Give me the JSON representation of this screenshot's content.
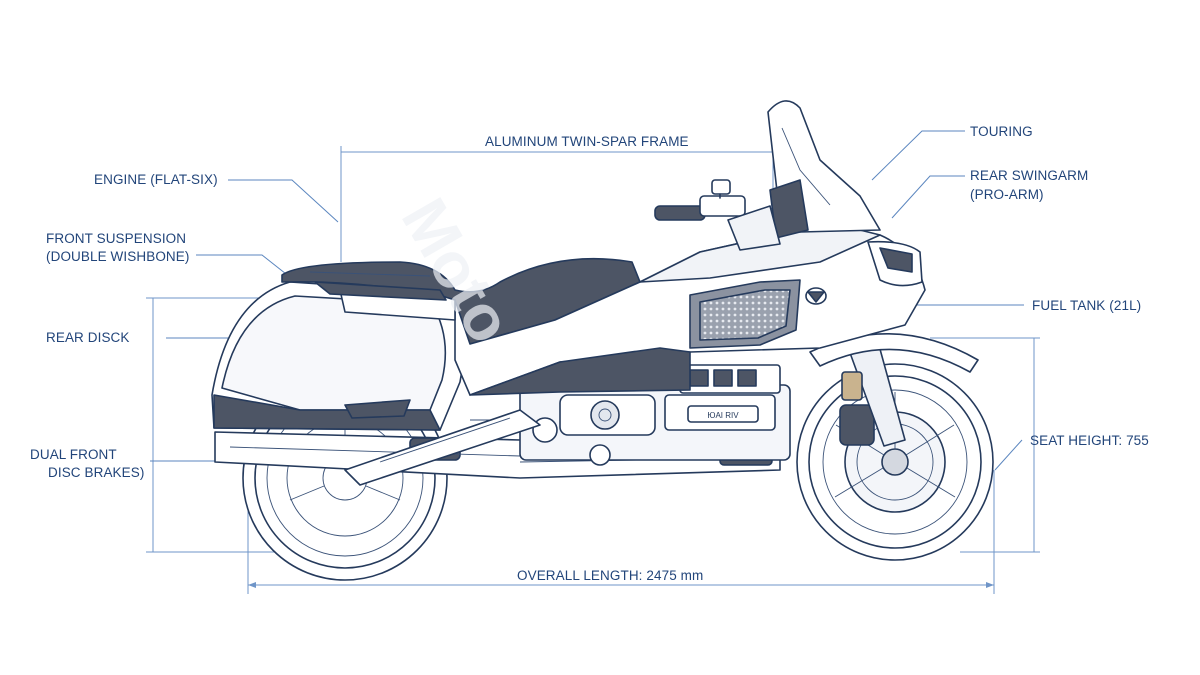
{
  "labels": {
    "engine": "ENGINE (FLAT-SIX)",
    "front_suspension_1": "FRONT SUSPENSION",
    "front_suspension_2": "(DOUBLE WISHBONE)",
    "rear_disc": "REAR DISCK",
    "dual_front_1": "DUAL FRONT",
    "dual_front_2": "DISC BRAKES)",
    "frame": "ALUMINUM TWIN-SPAR FRAME",
    "touring": "TOURING",
    "swingarm_1": "REAR SWINGARM",
    "swingarm_2": "(PRO-ARM)",
    "fuel_tank": "FUEL TANK (21L)",
    "seat_height": "SEAT HEIGHT: 755",
    "overall_length": "OVERALL LENGTH: 2475 mm",
    "engine_badge": "ЮAI RIV"
  },
  "colors": {
    "label": "#22457a",
    "leader": "#5b86bf",
    "outline": "#253a5c",
    "dark_fill": "#4d5565"
  }
}
